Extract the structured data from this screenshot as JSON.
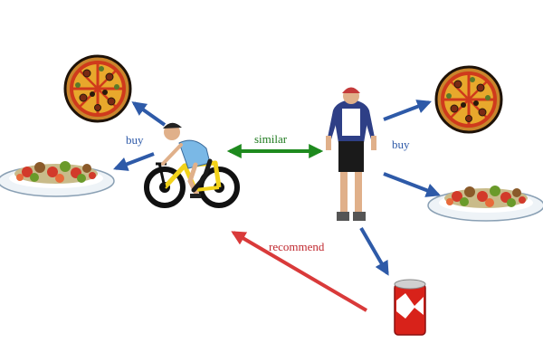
{
  "labels": {
    "buy_left": "buy",
    "buy_right": "buy",
    "similar": "similar",
    "recommend": "recommend"
  },
  "colors": {
    "buy_arrow": "#2e5aa8",
    "similar_arrow": "#1e8a1e",
    "recommend_arrow": "#d93a3a",
    "label_text": "#2e5aa8",
    "similar_text": "#1e7a1e",
    "recommend_text": "#c0282f"
  },
  "icons": [
    "pizza-icon",
    "salad-plate-icon",
    "cyclist-icon",
    "standing-cyclist-icon",
    "soda-can-icon"
  ]
}
